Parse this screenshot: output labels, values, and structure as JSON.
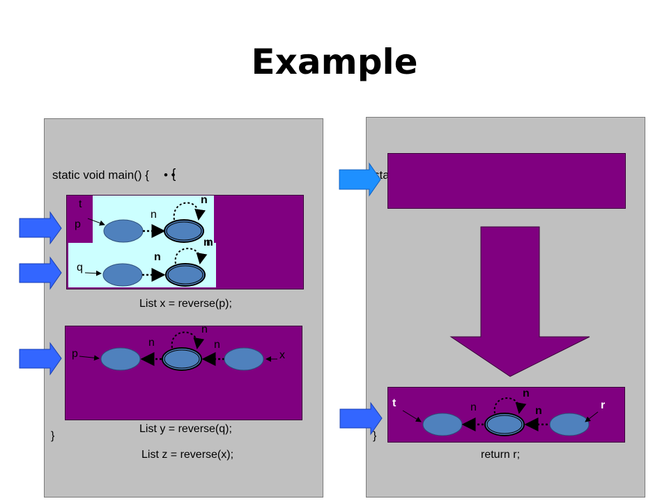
{
  "slide": {
    "title": "Example"
  },
  "left_panel": {
    "code_main": "static void main() {",
    "overlay_glyph": "{",
    "dots": "• •",
    "stmt_x": "List x = reverse(p);",
    "stmt_y": "List y = reverse(q);",
    "stmt_z": "List z = reverse(x);",
    "close_brace": "}",
    "graph1": {
      "var_t": "t",
      "var_p": "p",
      "var_q": "q",
      "edge_n_top": "n",
      "edge_n_loop_top": "n",
      "edge_n_loop_mid": "n",
      "edge_n_loop_mid2": "n",
      "edge_n_bottom": "n"
    },
    "graph2": {
      "var_p": "p",
      "var_x": "x",
      "edge_n_left": "n",
      "edge_n_loop": "n",
      "edge_n_right": "n"
    }
  },
  "right_panel": {
    "code_partial": "sta",
    "close_brace": "}",
    "return_stmt": "return r;",
    "graph": {
      "var_t": "t",
      "var_r": "r",
      "edge_n_left": "n",
      "edge_n_loop": "n",
      "edge_n_right": "n"
    }
  },
  "colors": {
    "panel_bg": "#c0c0c0",
    "purple": "#800080",
    "cyan": "#ccffff",
    "node_fill": "#4f81bd",
    "arrow_blue": "#3366ff",
    "arrow_light_blue": "#1e90ff"
  }
}
